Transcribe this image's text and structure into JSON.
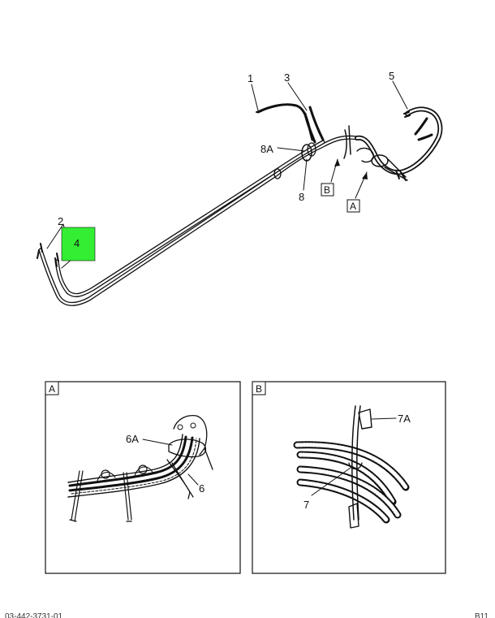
{
  "callouts": {
    "c1": "1",
    "c2": "2",
    "c3": "3",
    "c4": "4",
    "c5": "5",
    "c6": "6",
    "c6a": "6A",
    "c7": "7",
    "c7a": "7A",
    "c8": "8",
    "c8a": "8A"
  },
  "view_refs": {
    "a": "A",
    "b": "B"
  },
  "detail_panels": {
    "a_label": "A",
    "b_label": "B"
  },
  "highlight": {
    "color": "#33ee33",
    "label": "4"
  },
  "footer": {
    "left": "03-442-3731-01",
    "right": "B11"
  }
}
